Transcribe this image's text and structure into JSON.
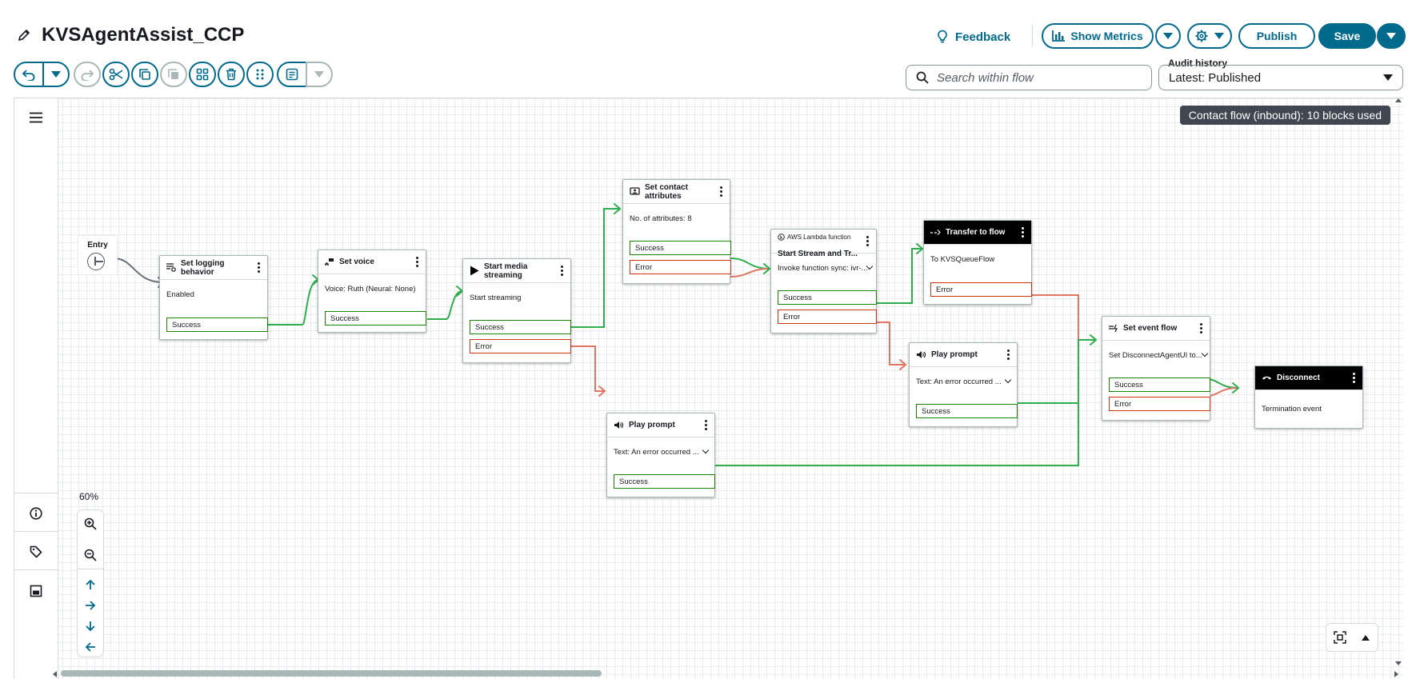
{
  "header": {
    "title": "KVSAgentAssist_CCP",
    "feedback_label": "Feedback",
    "show_metrics_label": "Show Metrics",
    "publish_label": "Publish",
    "save_label": "Save"
  },
  "search": {
    "placeholder": "Search within flow"
  },
  "audit": {
    "label": "Audit history",
    "value": "Latest: Published"
  },
  "canvas": {
    "badge": "Contact flow (inbound): 10 blocks used",
    "zoom": "60%"
  },
  "entry": {
    "label": "Entry"
  },
  "blocks": {
    "logging": {
      "title": "Set logging\nbehavior",
      "body": "Enabled",
      "success": "Success"
    },
    "voice": {
      "title": "Set voice",
      "body": "Voice: Ruth (Neural: None)",
      "success": "Success"
    },
    "media": {
      "title": "Start media\nstreaming",
      "body": "Start streaming",
      "success": "Success",
      "error": "Error"
    },
    "attrs": {
      "title": "Set contact\nattributes",
      "body": "No. of attributes: 8",
      "success": "Success",
      "error": "Error"
    },
    "lambda": {
      "subtitle": "AWS Lambda function",
      "title": "Start Stream and Tr...",
      "body": "Invoke function sync: ivr-...",
      "success": "Success",
      "error": "Error"
    },
    "transfer": {
      "title": "Transfer to flow",
      "body": "To KVSQueueFlow",
      "error": "Error"
    },
    "prompt_right": {
      "title": "Play prompt",
      "body": "Text: An error occurred ...",
      "success": "Success"
    },
    "prompt_bottom": {
      "title": "Play prompt",
      "body": "Text: An error occurred ...",
      "success": "Success"
    },
    "event": {
      "title": "Set event flow",
      "body": "Set DisconnectAgentUI to...",
      "success": "Success",
      "error": "Error"
    },
    "disconnect": {
      "title": "Disconnect",
      "body": "Termination event"
    }
  },
  "colors": {
    "accent": "#006a8c",
    "success": "#1d8102",
    "error": "#d13212",
    "connector_green": "#2eae4e",
    "connector_red": "#e07563"
  }
}
